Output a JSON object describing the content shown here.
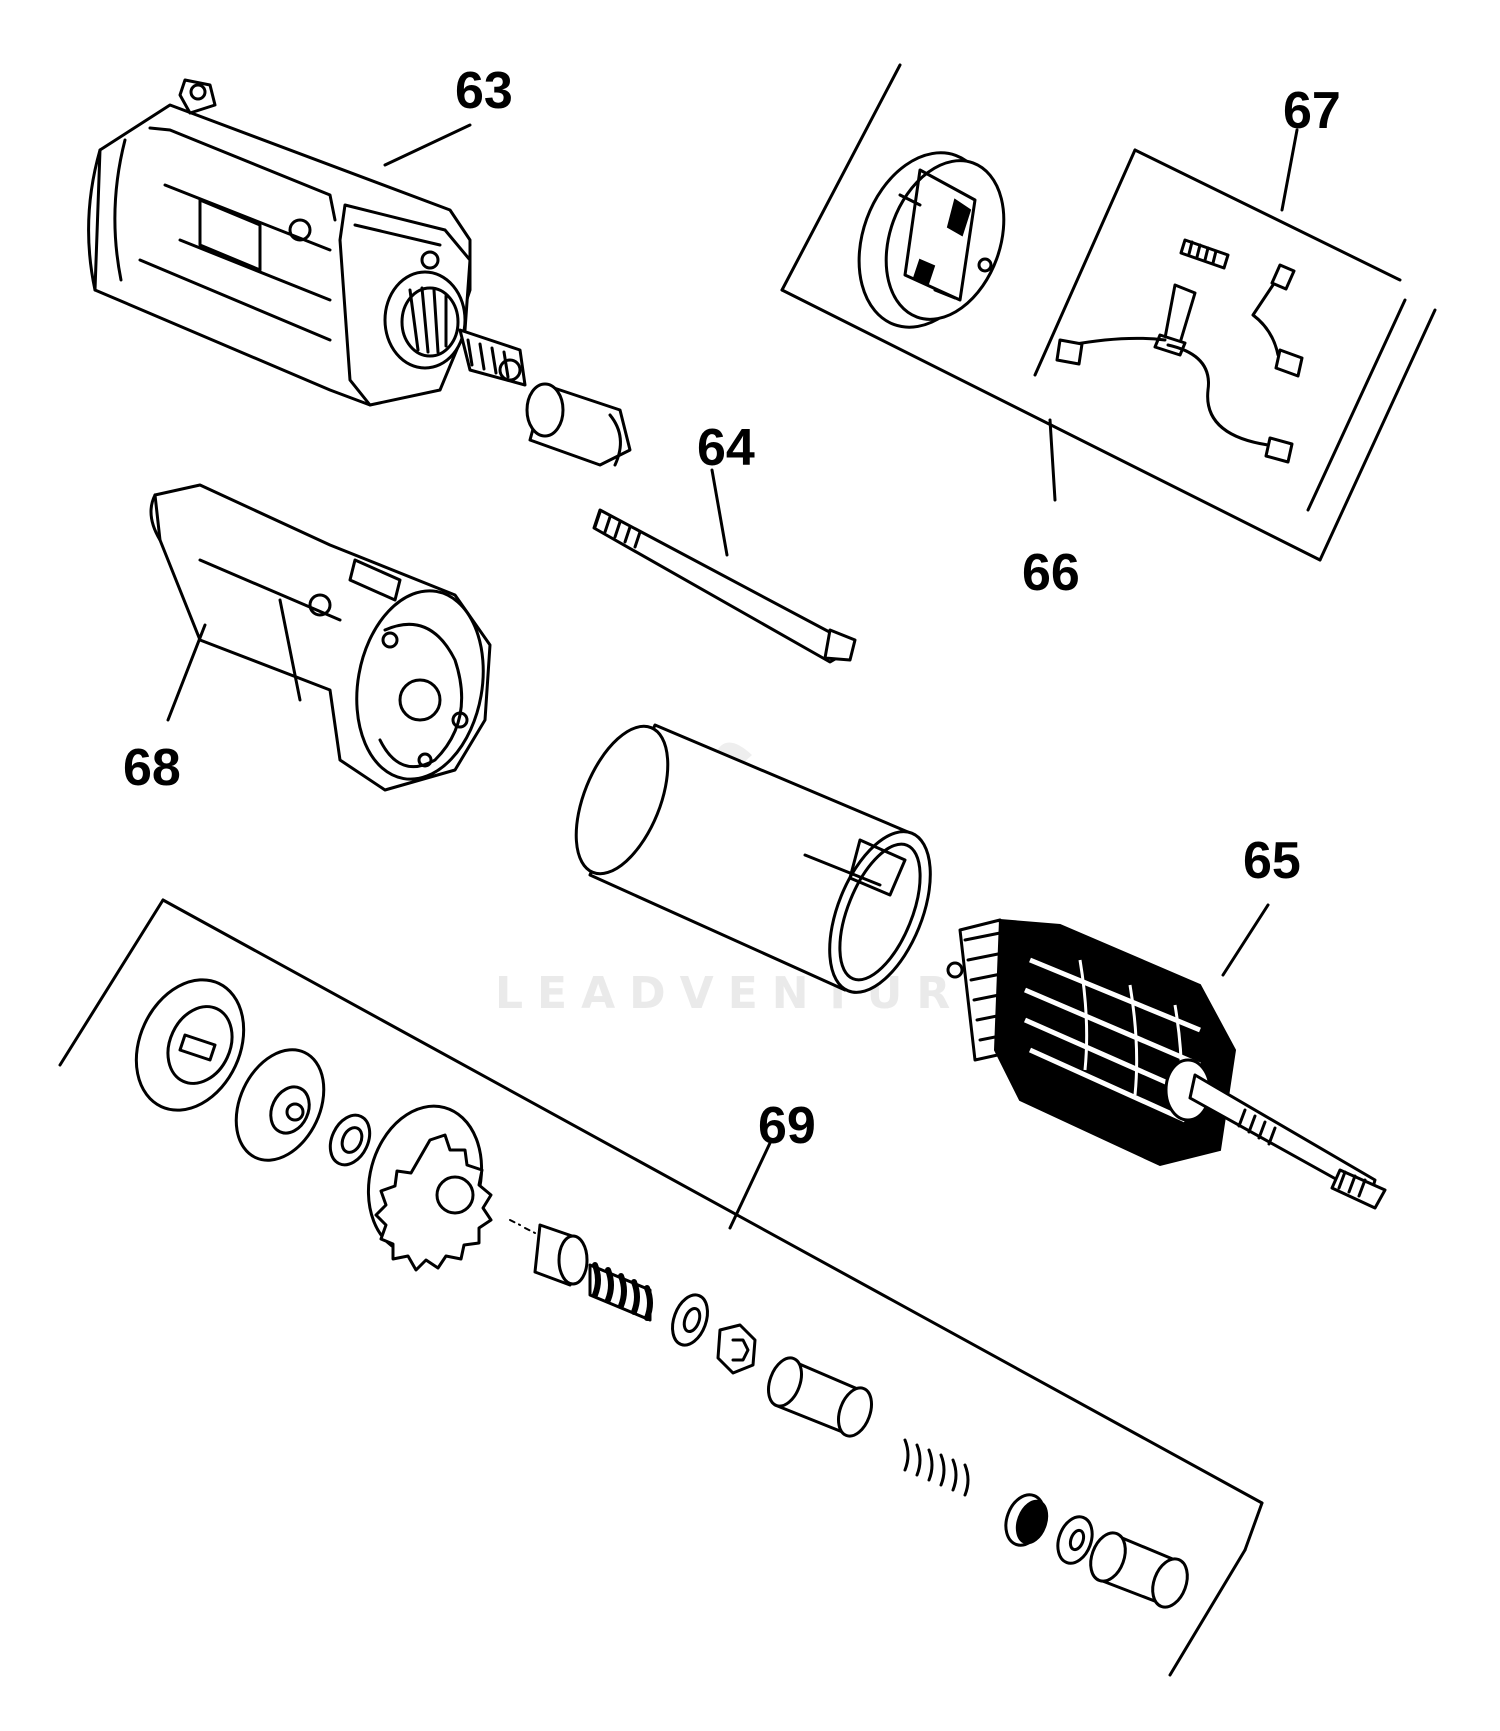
{
  "diagram": {
    "callouts": [
      {
        "id": "63",
        "label": "63"
      },
      {
        "id": "64",
        "label": "64"
      },
      {
        "id": "65",
        "label": "65"
      },
      {
        "id": "66",
        "label": "66"
      },
      {
        "id": "67",
        "label": "67"
      },
      {
        "id": "68",
        "label": "68"
      },
      {
        "id": "69",
        "label": "69"
      }
    ],
    "watermark": {
      "text": "LEADVENTURE"
    }
  }
}
